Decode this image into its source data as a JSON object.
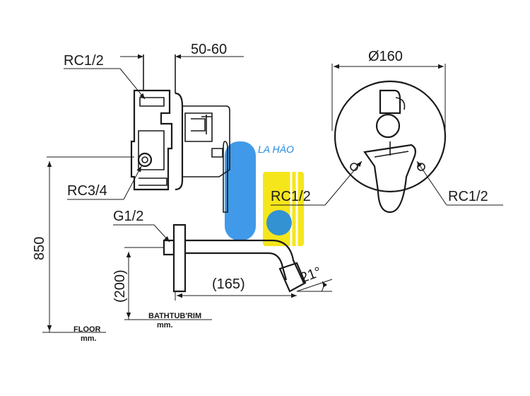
{
  "side_view": {
    "rc12_label": "RC1/2",
    "depth_label": "50-60",
    "rc34_label": "RC3/4",
    "g12_label": "G1/2",
    "height_label": "850",
    "rim_height_label": "(200)",
    "spout_length_label": "(165)",
    "angle_label": "21°",
    "rim_label_1": "BATHTUB'RIM",
    "rim_label_2": "mm.",
    "floor_label_1": "FLOOR",
    "floor_label_2": "mm."
  },
  "front_view": {
    "diameter_label": "Ø160",
    "rc12_left_label": "RC1/2",
    "rc12_right_label": "RC1/2"
  },
  "watermark": {
    "brand": "LA HÀO",
    "colors": {
      "blue": "#1e88e5",
      "yellow": "#f5e61c"
    }
  }
}
